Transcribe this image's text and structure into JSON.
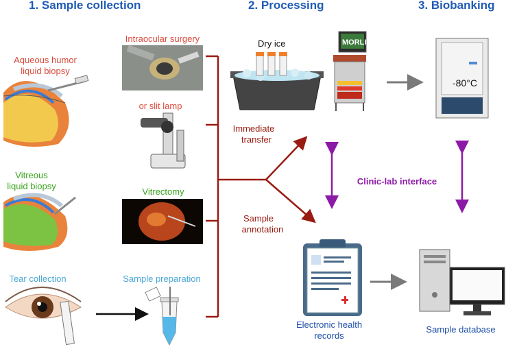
{
  "headers": {
    "sample_collection": "1. Sample collection",
    "processing": "2. Processing",
    "biobanking": "3. Biobanking"
  },
  "labels": {
    "aqueous_line1": "Aqueous humor",
    "aqueous_line2": "liquid biopsy",
    "vitreous_line1": "Vitreous",
    "vitreous_line2": "liquid biopsy",
    "tear": "Tear collection",
    "intraocular": "Intraocular surgery",
    "slit_lamp": "or slit lamp",
    "vitrectomy": "Vitrectomy",
    "sample_prep": "Sample preparation",
    "dry_ice": "Dry ice",
    "monitor": "MORLI",
    "immediate_line1": "Immediate",
    "immediate_line2": "transfer",
    "annotation_line1": "Sample",
    "annotation_line2": "annotation",
    "temperature": "-80°C",
    "interface": "Clinic-lab interface",
    "ehr_line1": "Electronic health",
    "ehr_line2": "records",
    "database": "Sample database"
  },
  "colors": {
    "header": "#1f5bb5",
    "aqueous": "#d94b3c",
    "vitreous": "#3aa31f",
    "tear": "#4aa6d6",
    "flow": "#9a1b12",
    "interface": "#8d1aa6",
    "records": "#1f4fa8"
  }
}
